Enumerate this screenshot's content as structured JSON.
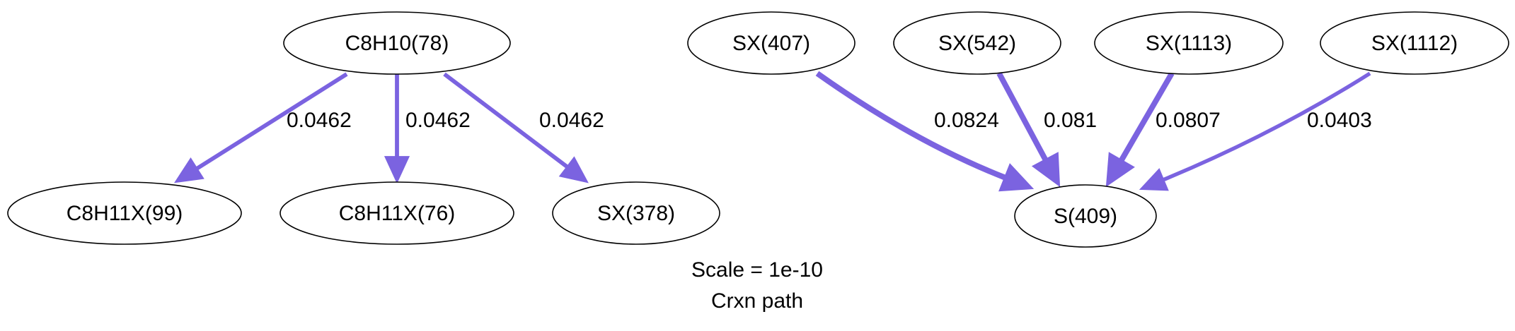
{
  "caption": {
    "scale": "Scale = 1e-10",
    "title": "Crxn path"
  },
  "colors": {
    "edge": "#7b63e0",
    "node_stroke": "#000000",
    "background": "#ffffff"
  },
  "nodes": [
    {
      "id": "c8h10_78",
      "label": "C8H10(78)"
    },
    {
      "id": "c8h11x_99",
      "label": "C8H11X(99)"
    },
    {
      "id": "c8h11x_76",
      "label": "C8H11X(76)"
    },
    {
      "id": "sx_378",
      "label": "SX(378)"
    },
    {
      "id": "sx_407",
      "label": "SX(407)"
    },
    {
      "id": "sx_542",
      "label": "SX(542)"
    },
    {
      "id": "sx_1113",
      "label": "SX(1113)"
    },
    {
      "id": "sx_1112",
      "label": "SX(1112)"
    },
    {
      "id": "s_409",
      "label": "S(409)"
    }
  ],
  "edges": [
    {
      "from": "c8h10_78",
      "to": "c8h11x_99",
      "label": "0.0462",
      "flux": 0.0462
    },
    {
      "from": "c8h10_78",
      "to": "c8h11x_76",
      "label": "0.0462",
      "flux": 0.0462
    },
    {
      "from": "c8h10_78",
      "to": "sx_378",
      "label": "0.0462",
      "flux": 0.0462
    },
    {
      "from": "sx_407",
      "to": "s_409",
      "label": "0.0824",
      "flux": 0.0824
    },
    {
      "from": "sx_542",
      "to": "s_409",
      "label": "0.081",
      "flux": 0.081
    },
    {
      "from": "sx_1113",
      "to": "s_409",
      "label": "0.0807",
      "flux": 0.0807
    },
    {
      "from": "sx_1112",
      "to": "s_409",
      "label": "0.0403",
      "flux": 0.0403
    }
  ]
}
